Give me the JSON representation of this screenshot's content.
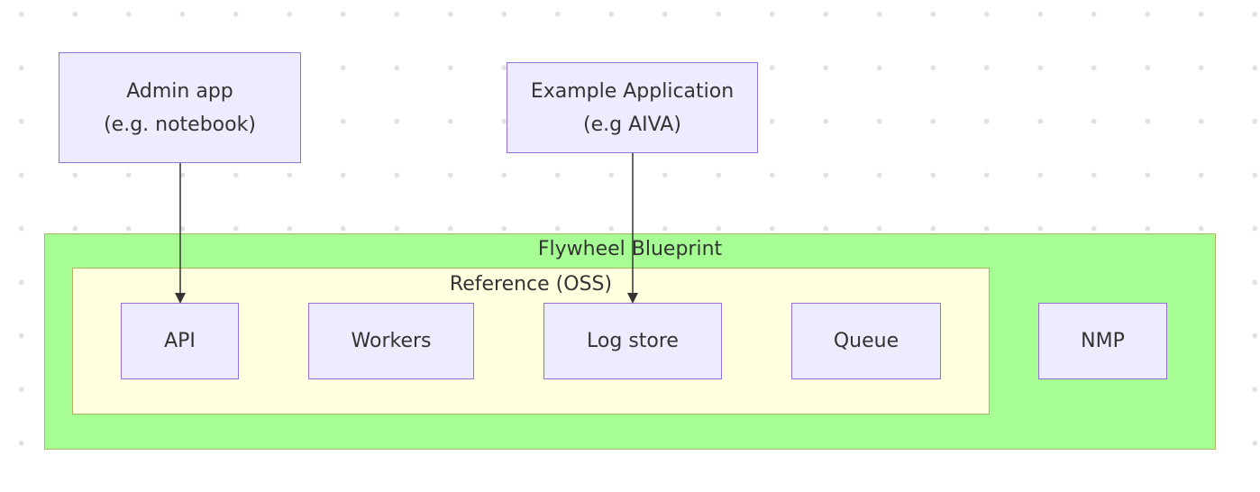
{
  "diagram": {
    "groups": {
      "blueprint": {
        "title": "Flywheel Blueprint"
      },
      "reference": {
        "title": "Reference (OSS)"
      }
    },
    "nodes": {
      "admin_app": {
        "line1": "Admin app",
        "line2": "(e.g. notebook)"
      },
      "example_app": {
        "line1": "Example Application",
        "line2": "(e.g AIVA)"
      },
      "api": {
        "label": "API"
      },
      "workers": {
        "label": "Workers"
      },
      "log_store": {
        "label": "Log store"
      },
      "queue": {
        "label": "Queue"
      },
      "nmp": {
        "label": "NMP"
      }
    },
    "edges": [
      {
        "from": "Admin app",
        "to": "API"
      },
      {
        "from": "Example Application",
        "to": "Log store"
      }
    ],
    "colors": {
      "node_fill": "#ececfe",
      "node_border": "#9370db",
      "blueprint_fill": "#a6fd93",
      "reference_fill": "#ffffdf",
      "group_border": "#b1b25f",
      "edge": "#333333"
    }
  }
}
